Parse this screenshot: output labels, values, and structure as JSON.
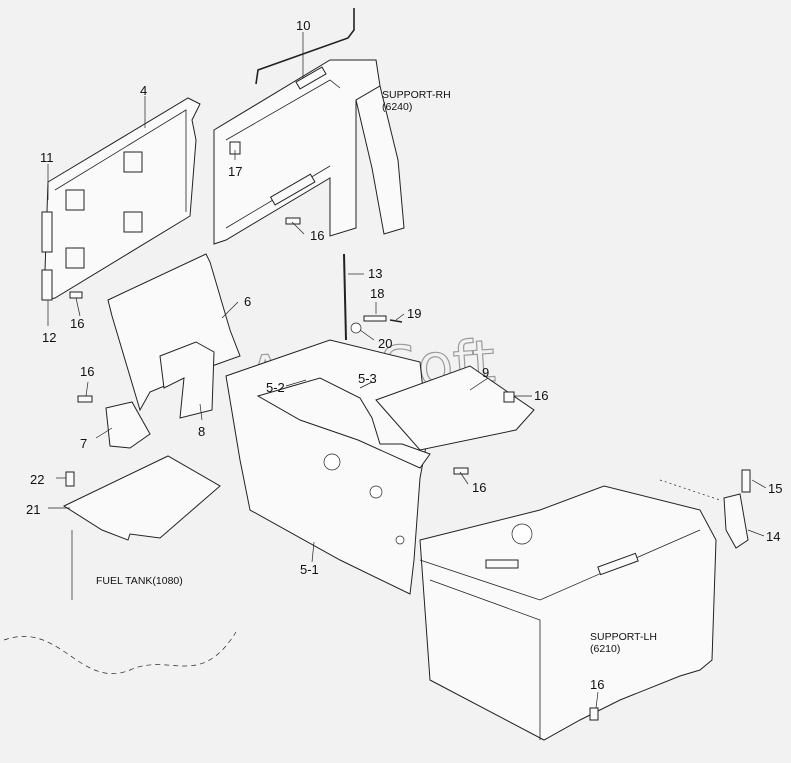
{
  "callouts": {
    "c4": "4",
    "c10": "10",
    "c11": "11",
    "c12": "12",
    "c17": "17",
    "c16a": "16",
    "c16b": "16",
    "c16c": "16",
    "c16d": "16",
    "c16e": "16",
    "c16f": "16",
    "c13": "13",
    "c18": "18",
    "c19": "19",
    "c20": "20",
    "c6": "6",
    "c7": "7",
    "c8": "8",
    "c9": "9",
    "c52": "5-2",
    "c53": "5-3",
    "c51": "5-1",
    "c22": "22",
    "c21": "21",
    "c15": "15",
    "c14": "14"
  },
  "notes": {
    "support_rh_name": "SUPPORT-RH",
    "support_rh_code": "(6240)",
    "support_lh_name": "SUPPORT-LH",
    "support_lh_code": "(6210)",
    "fuel_tank": "FUEL TANK(1080)"
  },
  "watermark": "AutoSoft"
}
